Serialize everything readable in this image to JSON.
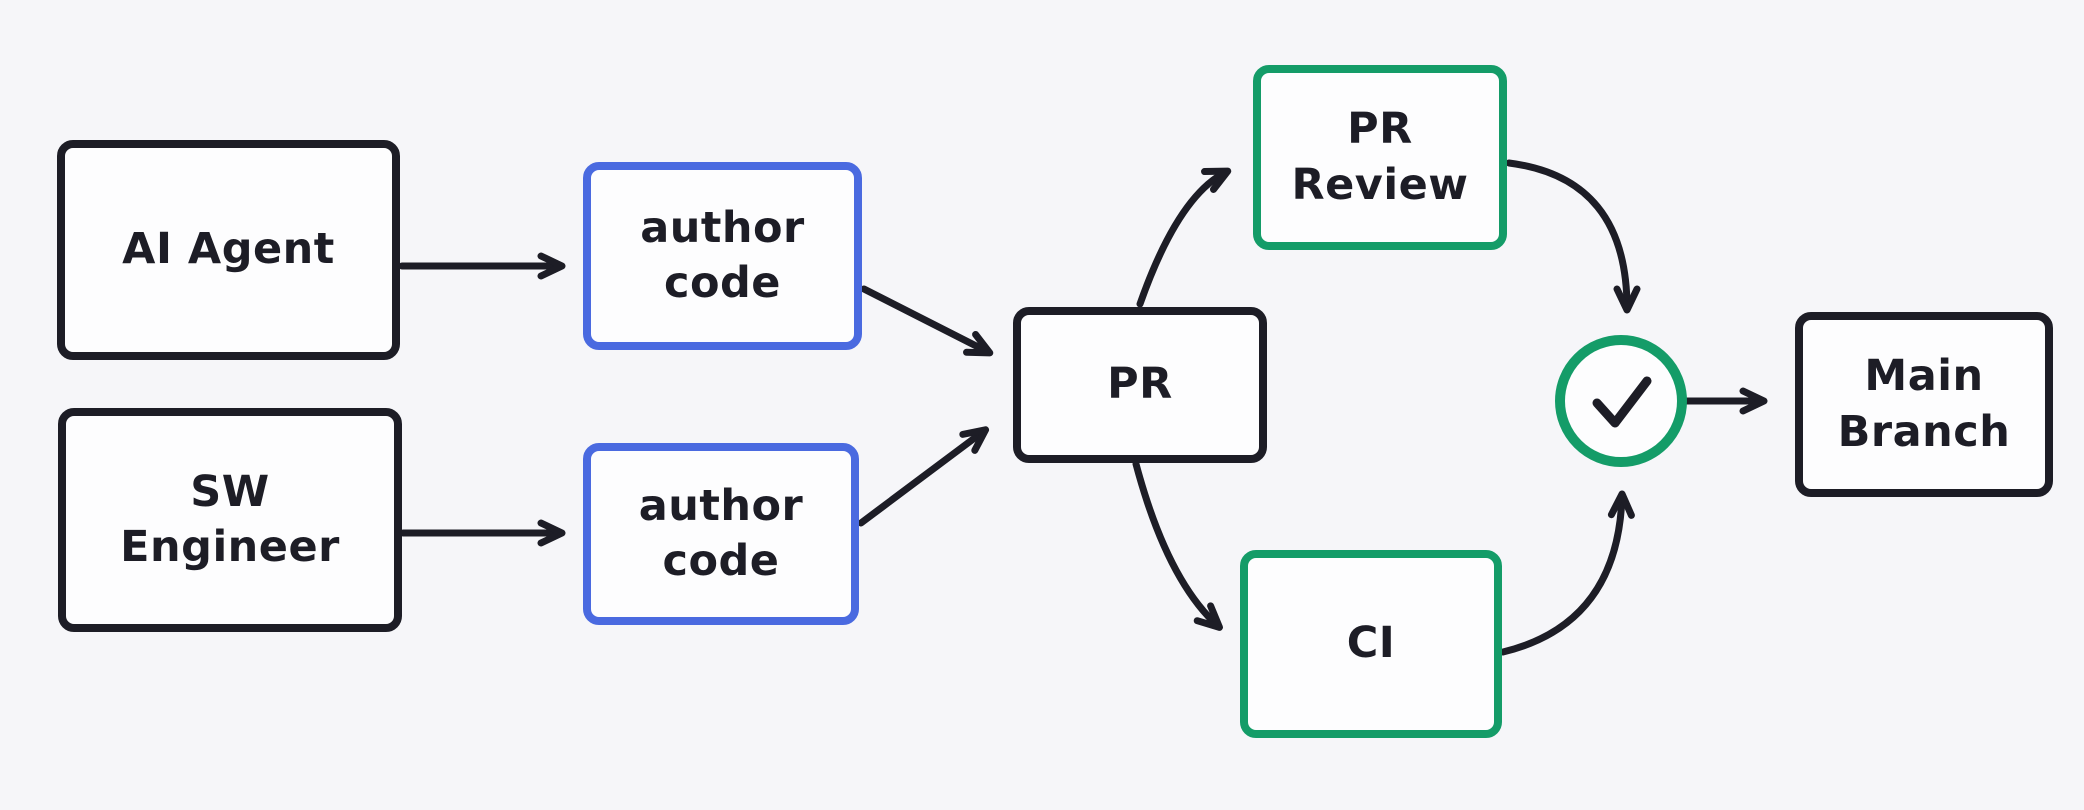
{
  "colors": {
    "background": "#f6f6f9",
    "ink": "#1d1d26",
    "blue": "#4a6ae0",
    "green": "#149c68",
    "box_fill": "#fdfdfe"
  },
  "nodes": {
    "ai_agent": {
      "line1": "AI Agent"
    },
    "sw_engineer": {
      "line1": "SW",
      "line2": "Engineer"
    },
    "author_code_top": {
      "line1": "author",
      "line2": "code"
    },
    "author_code_bottom": {
      "line1": "author",
      "line2": "code"
    },
    "pr": {
      "line1": "PR"
    },
    "pr_review": {
      "line1": "PR",
      "line2": "Review"
    },
    "ci": {
      "line1": "CI"
    },
    "main_branch": {
      "line1": "Main",
      "line2": "Branch"
    }
  },
  "icons": {
    "approved_check": "check"
  },
  "connections": [
    {
      "from": "ai_agent",
      "to": "author_code_top"
    },
    {
      "from": "sw_engineer",
      "to": "author_code_bottom"
    },
    {
      "from": "author_code_top",
      "to": "pr"
    },
    {
      "from": "author_code_bottom",
      "to": "pr"
    },
    {
      "from": "pr",
      "to": "pr_review"
    },
    {
      "from": "pr",
      "to": "ci"
    },
    {
      "from": "pr_review",
      "to": "approved_check"
    },
    {
      "from": "ci",
      "to": "approved_check"
    },
    {
      "from": "approved_check",
      "to": "main_branch"
    }
  ]
}
